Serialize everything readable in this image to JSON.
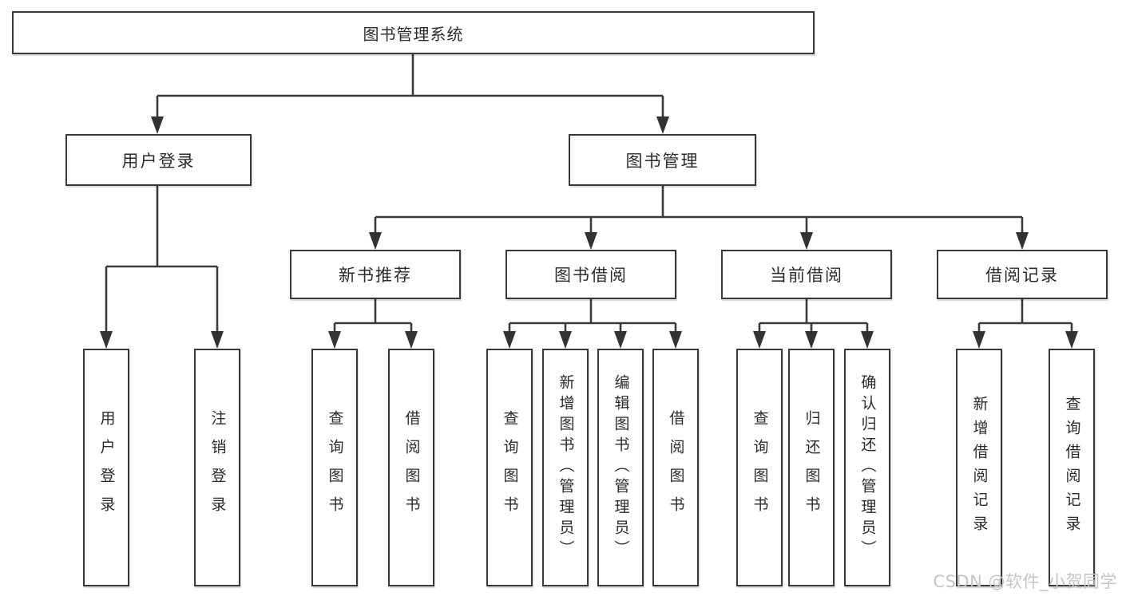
{
  "diagram_title": "图书管理系统",
  "tree": {
    "label": "图书管理系统",
    "children": [
      {
        "label": "用户登录",
        "children": [
          {
            "label": "用户登录"
          },
          {
            "label": "注销登录"
          }
        ]
      },
      {
        "label": "图书管理",
        "children": [
          {
            "label": "新书推荐",
            "children": [
              {
                "label": "查询图书"
              },
              {
                "label": "借阅图书"
              }
            ]
          },
          {
            "label": "图书借阅",
            "children": [
              {
                "label": "查询图书"
              },
              {
                "label": "新增图书（管理员）"
              },
              {
                "label": "编辑图书（管理员）"
              },
              {
                "label": "借阅图书"
              }
            ]
          },
          {
            "label": "当前借阅",
            "children": [
              {
                "label": "查询图书"
              },
              {
                "label": "归还图书"
              },
              {
                "label": "确认归还（管理员）"
              }
            ]
          },
          {
            "label": "借阅记录",
            "children": [
              {
                "label": "新增借阅记录"
              },
              {
                "label": "查询借阅记录"
              }
            ]
          }
        ]
      }
    ]
  },
  "watermark": {
    "text": "CSDN @软件_小贺同学"
  },
  "colors": {
    "line": "#3a3a3a",
    "box_border": "#383838",
    "text": "#2b2b2b",
    "watermark": "#c8c4c4",
    "background": "#ffffff"
  }
}
